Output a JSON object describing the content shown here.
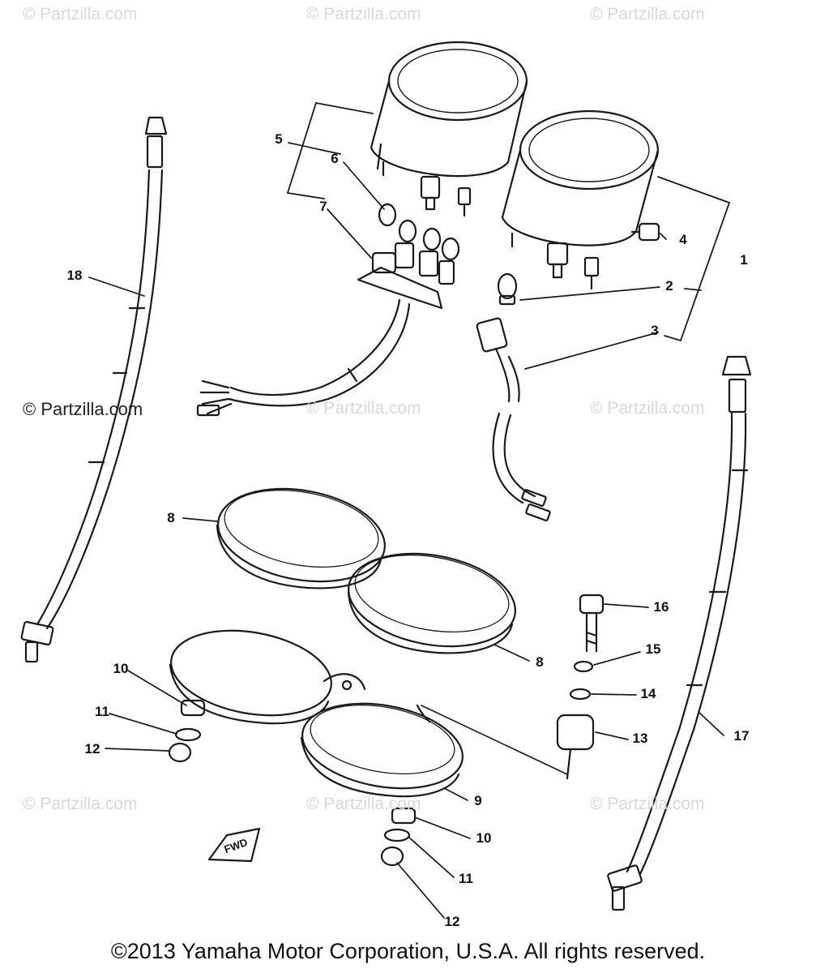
{
  "watermarks": {
    "wm1": "© Partzilla.com",
    "wm2": "© Partzilla.com",
    "wm3": "© Partzilla.com",
    "wm4": "© Partzilla.com",
    "wm5": "© Partzilla.com",
    "wm6": "© Partzilla.com",
    "wm7": "© Partzilla.com",
    "wm8": "© Partzilla.com",
    "wm9": "© Partzilla.com"
  },
  "callouts": {
    "c1": "1",
    "c2": "2",
    "c3": "3",
    "c4": "4",
    "c5": "5",
    "c6": "6",
    "c7": "7",
    "c8a": "8",
    "c8b": "8",
    "c9": "9",
    "c10a": "10",
    "c10b": "10",
    "c11a": "11",
    "c11b": "11",
    "c12a": "12",
    "c12b": "12",
    "c13": "13",
    "c14": "14",
    "c15": "15",
    "c16": "16",
    "c17": "17",
    "c18": "18"
  },
  "fwd_label": "FWD",
  "copyright": "©2013 Yamaha Motor Corporation, U.S.A. All rights reserved."
}
